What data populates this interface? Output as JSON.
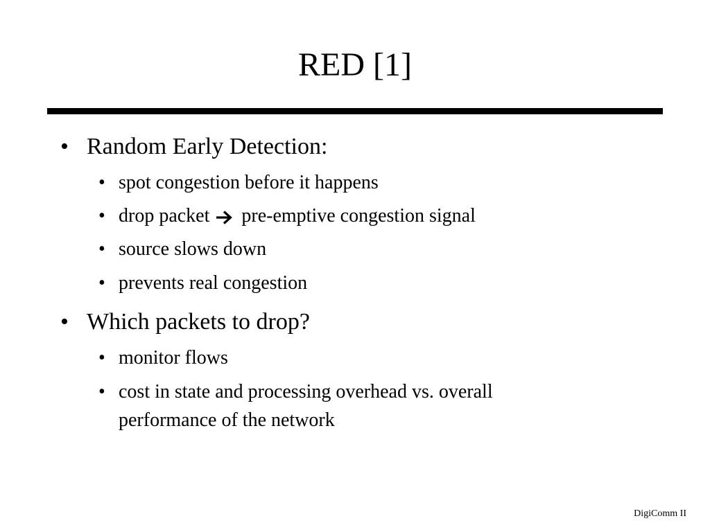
{
  "slide": {
    "title": "RED [1]",
    "footer": "DigiComm II",
    "bullets": [
      {
        "text": "Random Early Detection:",
        "sub": [
          {
            "text": "spot congestion before it happens"
          },
          {
            "before": "drop packet",
            "icon": "right-arrow-icon",
            "after": "pre-emptive congestion signal"
          },
          {
            "text": "source slows down"
          },
          {
            "text": "prevents real congestion"
          }
        ]
      },
      {
        "text": "Which packets to drop?",
        "sub": [
          {
            "text": "monitor flows"
          },
          {
            "text": "cost in state and processing overhead vs. overall",
            "continuation": "performance of the network"
          }
        ]
      }
    ],
    "bullet_glyph": "•"
  }
}
